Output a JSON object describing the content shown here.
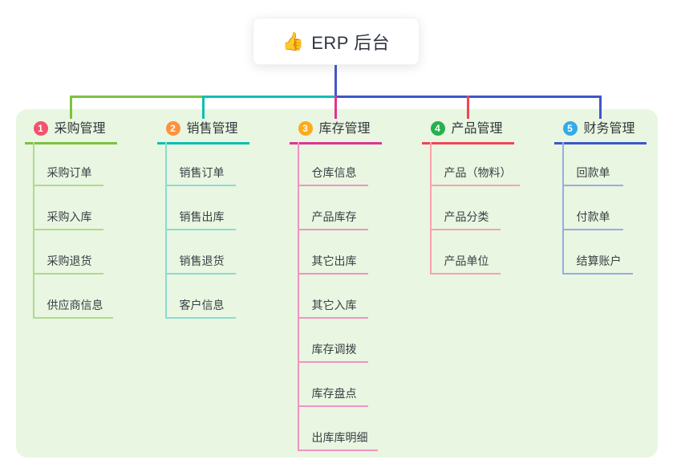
{
  "root": {
    "icon": "👍",
    "icon_name": "thumbs-up-icon",
    "title": "ERP 后台",
    "stem_color": "#4356c8"
  },
  "panel": {
    "background_color": "#e9f6e1"
  },
  "branches": [
    {
      "number": "1",
      "title": "采购管理",
      "badge_color": "#f3516c",
      "line_color": "#7cc23f",
      "item_line_color": "#b0da8e",
      "items": [
        "采购订单",
        "采购入库",
        "采购退货",
        "供应商信息"
      ]
    },
    {
      "number": "2",
      "title": "销售管理",
      "badge_color": "#ff9140",
      "line_color": "#0bbfb2",
      "item_line_color": "#8adcd2",
      "items": [
        "销售订单",
        "销售出库",
        "销售退货",
        "客户信息"
      ]
    },
    {
      "number": "3",
      "title": "库存管理",
      "badge_color": "#fcab1b",
      "line_color": "#df348f",
      "item_line_color": "#f193c4",
      "items": [
        "仓库信息",
        "产品库存",
        "其它出库",
        "其它入库",
        "库存调拨",
        "库存盘点",
        "出库库明细"
      ]
    },
    {
      "number": "4",
      "title": "产品管理",
      "badge_color": "#27b04d",
      "line_color": "#ef4558",
      "item_line_color": "#f9a2ac",
      "items": [
        "产品（物料）",
        "产品分类",
        "产品单位"
      ]
    },
    {
      "number": "5",
      "title": "财务管理",
      "badge_color": "#34abe9",
      "line_color": "#3f56ca",
      "item_line_color": "#9aabe4",
      "items": [
        "回款单",
        "付款单",
        "结算账户"
      ]
    }
  ]
}
